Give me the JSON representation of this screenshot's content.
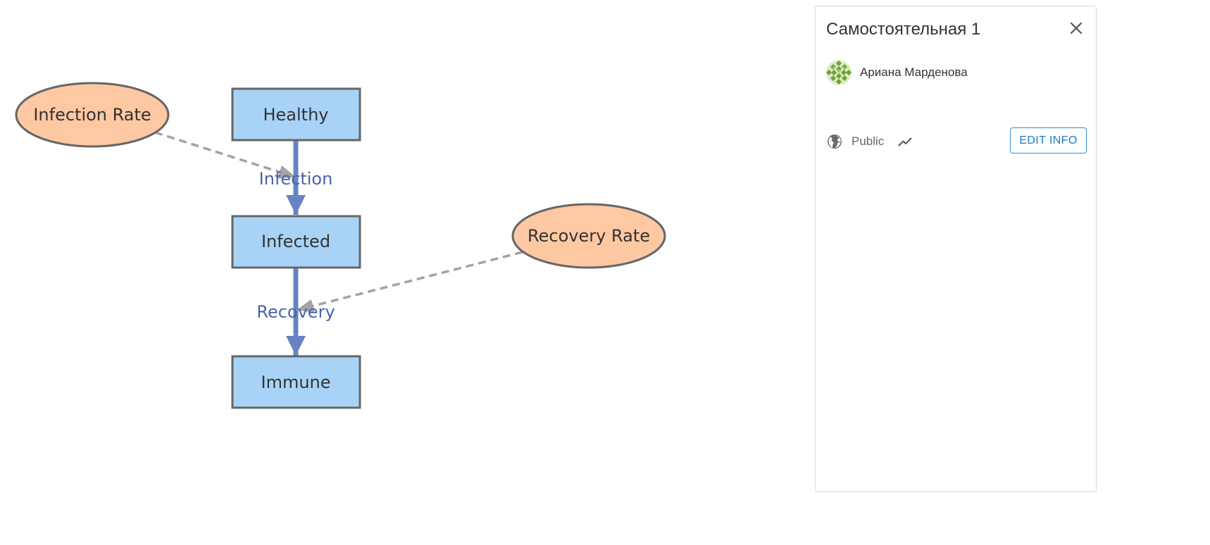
{
  "model": {
    "stocks": [
      {
        "id": "healthy",
        "label": "Healthy"
      },
      {
        "id": "infected",
        "label": "Infected"
      },
      {
        "id": "immune",
        "label": "Immune"
      }
    ],
    "flows": [
      {
        "id": "infection",
        "label": "Infection",
        "from": "healthy",
        "to": "infected"
      },
      {
        "id": "recovery",
        "label": "Recovery",
        "from": "infected",
        "to": "immune"
      }
    ],
    "variables": [
      {
        "id": "infection-rate",
        "label": "Infection Rate",
        "targets": "infection"
      },
      {
        "id": "recovery-rate",
        "label": "Recovery Rate",
        "targets": "recovery"
      }
    ],
    "colors": {
      "stock_fill": "#a8d3f6",
      "stock_border": "#666666",
      "variable_fill": "#fdc8a2",
      "variable_border": "#666666",
      "flow_arrow": "#6783c4",
      "flow_label": "#4a64a8",
      "link_dash": "#a3a3a3"
    }
  },
  "panel": {
    "title": "Самостоятельная 1",
    "author": "Ариана Марденова",
    "visibility": "Public",
    "edit_label": "EDIT INFO",
    "icons": {
      "close": "close-icon",
      "avatar": "avatar-pattern",
      "visibility": "globe-icon",
      "stats": "trending-icon"
    },
    "accent": "#1a7cc2"
  }
}
